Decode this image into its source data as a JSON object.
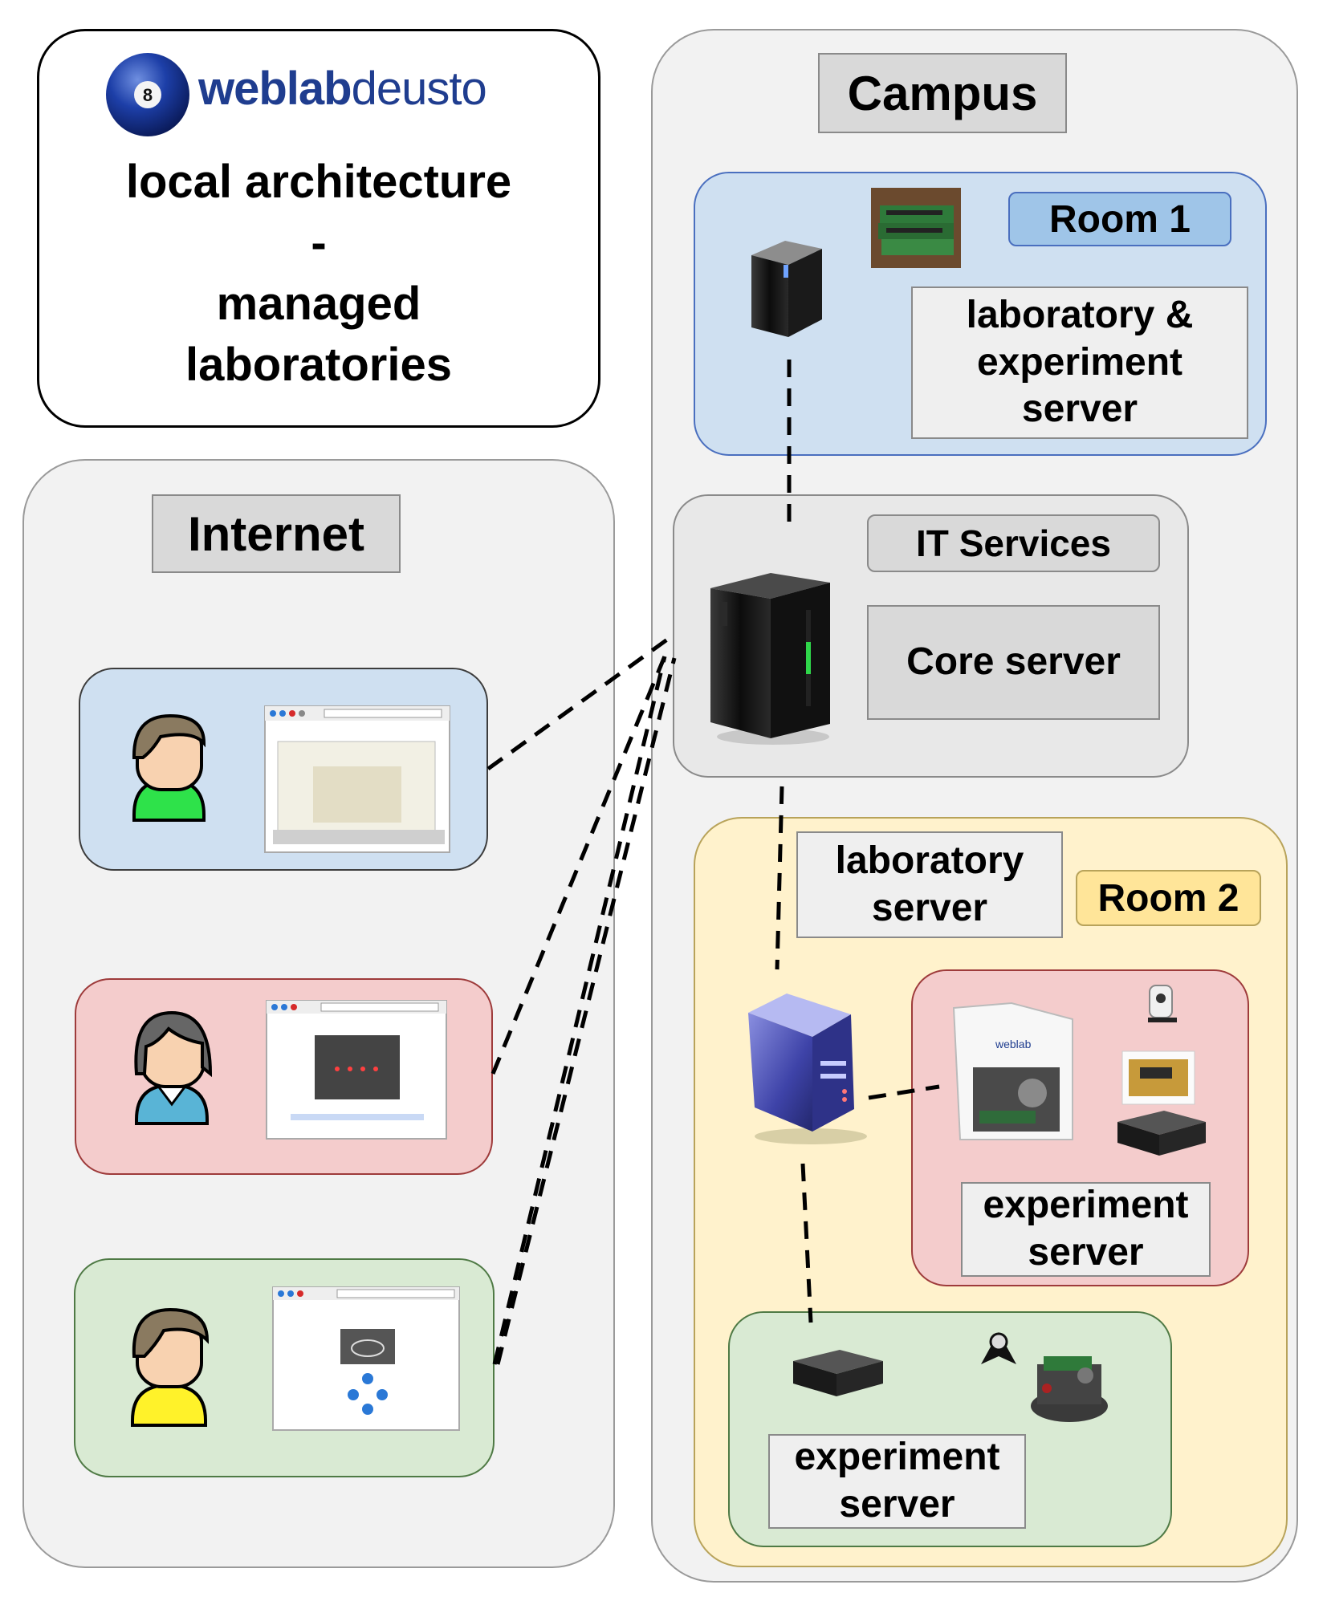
{
  "brand": {
    "logo_text_prefix": "weblab",
    "logo_text_suffix": "deusto",
    "logo_color": "#1f3d8f"
  },
  "title": {
    "line1": "local architecture",
    "line2": "-",
    "line3": "managed",
    "line4": "laboratories"
  },
  "internet": {
    "label": "Internet"
  },
  "campus": {
    "label": "Campus",
    "room1": {
      "label": "Room 1",
      "server_label": "laboratory & experiment server"
    },
    "it_services": {
      "label": "IT Services",
      "server_label": "Core server"
    },
    "room2": {
      "label": "Room 2",
      "lab_server_label": "laboratory server",
      "experiment_server_a_label": "experiment server",
      "experiment_server_b_label": "experiment server"
    }
  },
  "colors": {
    "zone_bg": "#f2f2f2",
    "blue_panel": "#cfe0f1",
    "red_panel": "#f4cccc",
    "green_panel": "#d9ead3",
    "yellow_panel": "#fff2cc",
    "room1_tag": "#9fc5e8",
    "room2_tag": "#ffe599"
  },
  "icons": {
    "users": [
      "user-green-shirt-icon",
      "user-blue-shirt-icon",
      "user-yellow-shirt-icon"
    ],
    "servers": [
      "tower-server-icon",
      "black-server-icon",
      "purple-server-icon"
    ],
    "hardware": [
      "fpga-board-photo",
      "webcam-icon",
      "pic-board-photo",
      "router-box-icon",
      "robot-photo"
    ]
  }
}
